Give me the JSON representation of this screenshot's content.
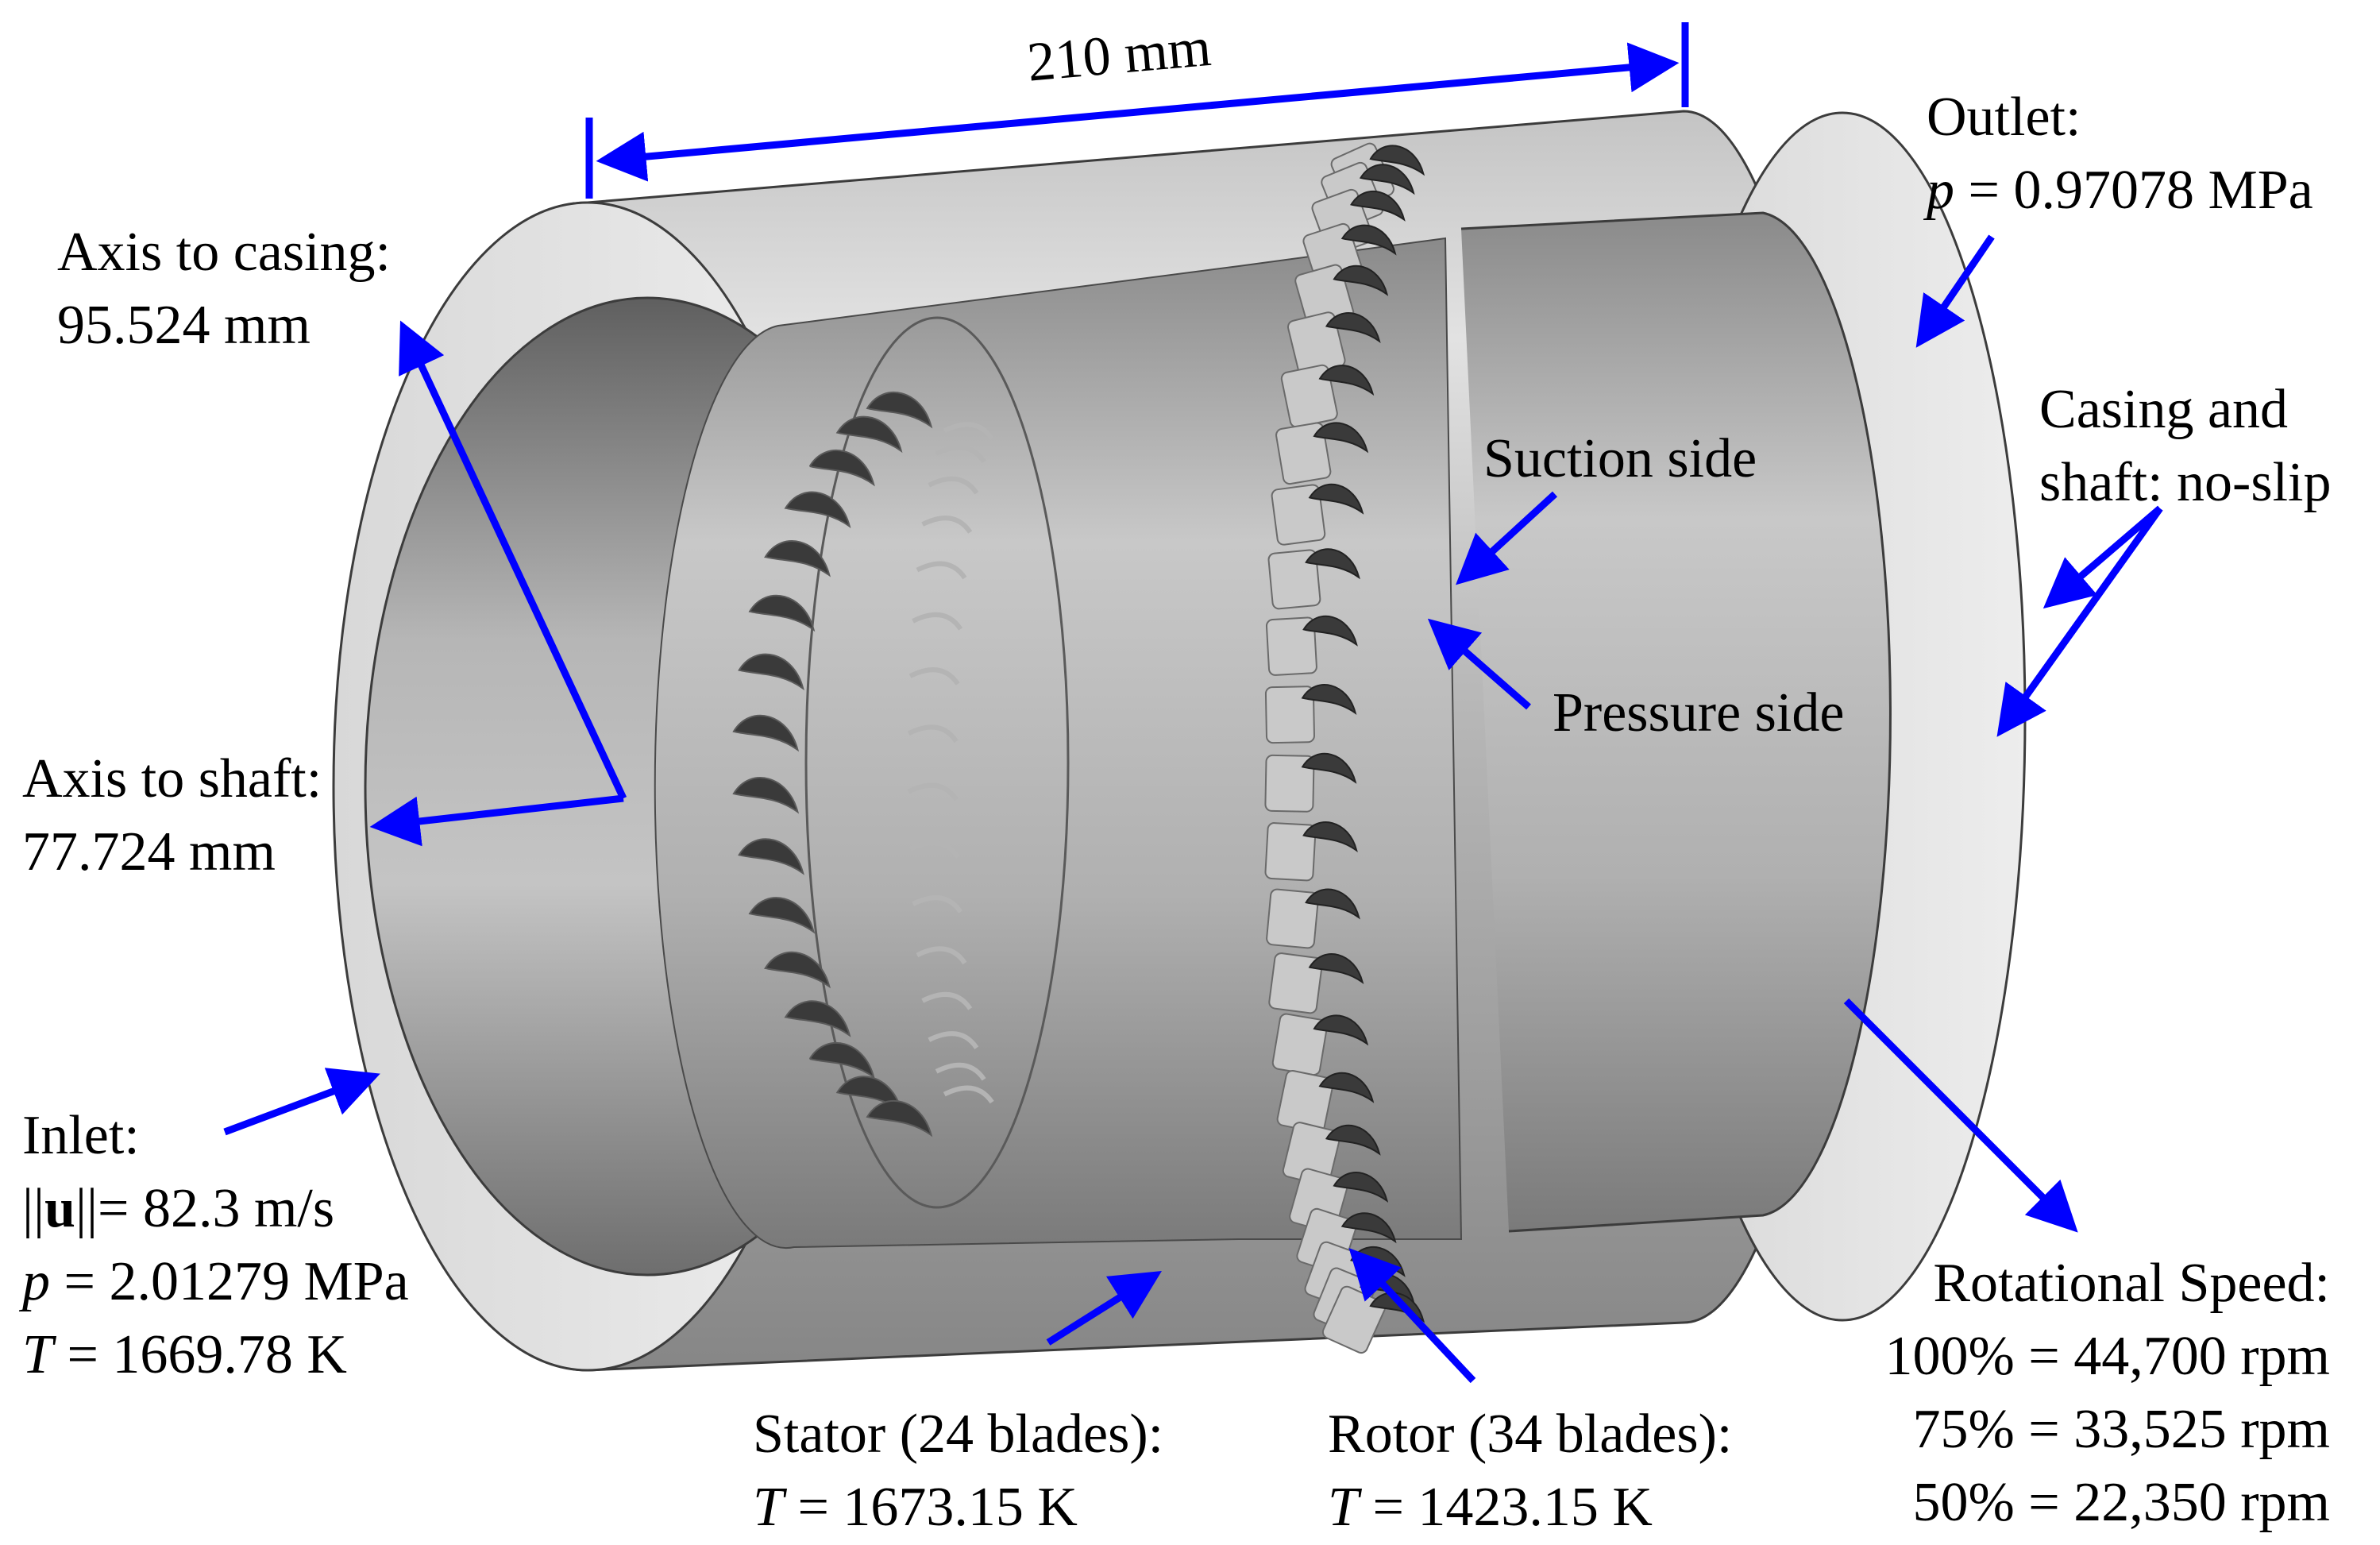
{
  "colors": {
    "arrow": "#0000ff",
    "surface_light": "#e6e6e6",
    "surface_mid": "#b4b4b4",
    "surface_dark": "#5a5a5a",
    "blade": "#9a9a9a",
    "blade_dark": "#3a3a3a"
  },
  "dimension": {
    "length": "210 mm"
  },
  "casing_radius": {
    "line1": "Axis to casing:",
    "line2": "95.524 mm"
  },
  "shaft_radius": {
    "line1": "Axis to shaft:",
    "line2": "77.724 mm"
  },
  "inlet": {
    "title": "Inlet:",
    "u_prefix": "||",
    "u_symbol": "u",
    "u_suffix": "||= 82.3 m/s",
    "p_symbol": "p",
    "p_value": " = 2.01279 MPa",
    "t_symbol": "T",
    "t_value": " = 1669.78 K"
  },
  "outlet": {
    "title": "Outlet:",
    "p_symbol": "p",
    "p_value": " = 0.97078 MPa"
  },
  "walls": {
    "line1": "Casing and",
    "line2": "shaft: no-slip"
  },
  "suction_side": "Suction side",
  "pressure_side": "Pressure side",
  "stator": {
    "title": "Stator (24 blades):",
    "t_symbol": "T",
    "t_value": " = 1673.15 K"
  },
  "rotor": {
    "title": "Rotor (34 blades):",
    "t_symbol": "T",
    "t_value": " = 1423.15 K"
  },
  "rotational_speed": {
    "title": "Rotational Speed:",
    "line1": "100% = 44,700 rpm",
    "line2": "75% = 33,525 rpm",
    "line3": "50% = 22,350 rpm"
  }
}
